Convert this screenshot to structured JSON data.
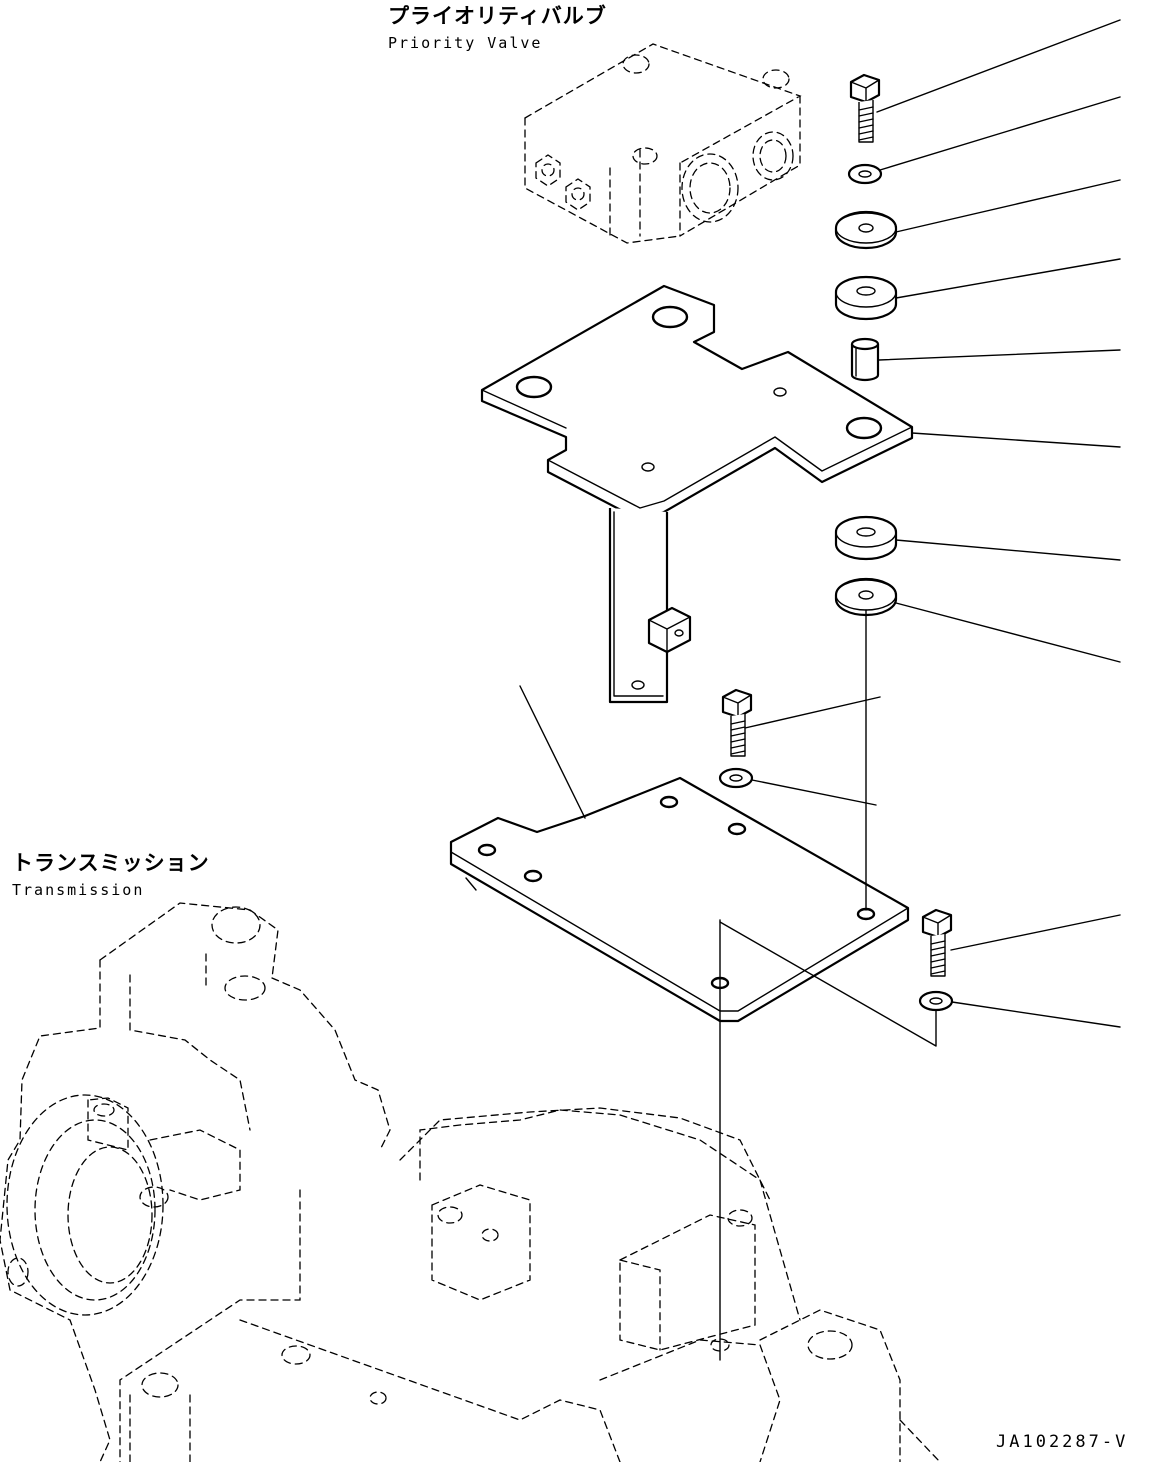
{
  "labels": {
    "priority_valve_jp": "プライオリティバルブ",
    "priority_valve_en": "Priority Valve",
    "transmission_jp": "トランスミッション",
    "transmission_en": "Transmission"
  },
  "drawing_code": "JA102287-V",
  "parts": [
    {
      "name": "bolt",
      "icon": "hex-bolt"
    },
    {
      "name": "lock-washer",
      "icon": "washer"
    },
    {
      "name": "flat-washer",
      "icon": "washer"
    },
    {
      "name": "rubber-cushion",
      "icon": "cushion"
    },
    {
      "name": "collar",
      "icon": "sleeve"
    },
    {
      "name": "bracket",
      "icon": "bracket-plate"
    },
    {
      "name": "rubber-cushion",
      "icon": "cushion"
    },
    {
      "name": "flat-washer",
      "icon": "washer"
    },
    {
      "name": "bolt",
      "icon": "hex-bolt"
    },
    {
      "name": "lock-washer",
      "icon": "washer"
    },
    {
      "name": "mounting-plate",
      "icon": "mount-plate"
    }
  ]
}
